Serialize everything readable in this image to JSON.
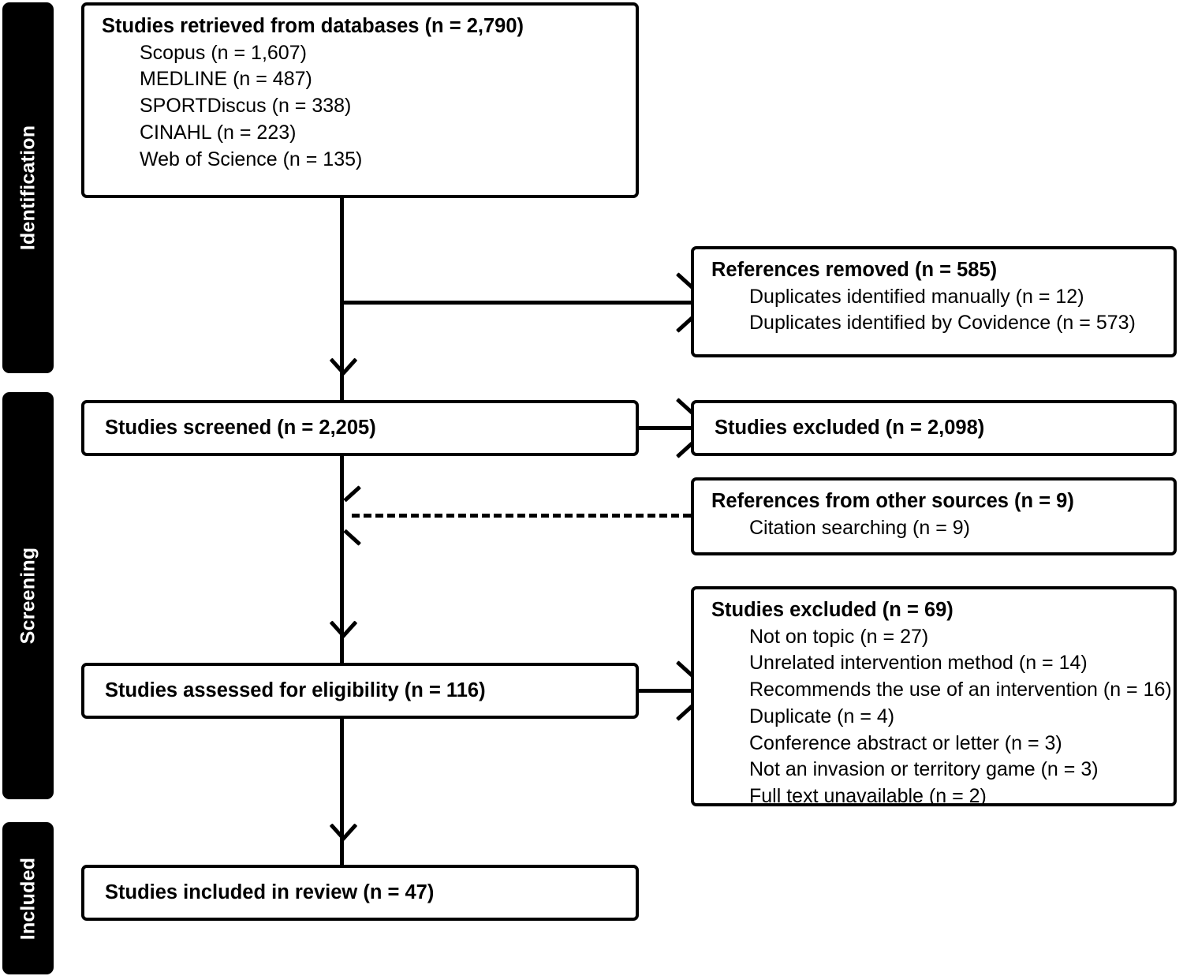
{
  "diagram": {
    "type": "prisma-flow-diagram",
    "title": "PRISMA study selection flow diagram",
    "colors": {
      "ink": "#000000",
      "paper": "#ffffff",
      "phase_bar": "#000000",
      "phase_text": "#ffffff"
    }
  },
  "phases": [
    {
      "id": "identification",
      "label": "Identification"
    },
    {
      "id": "screening",
      "label": "Screening"
    },
    {
      "id": "included",
      "label": "Included"
    }
  ],
  "boxes": {
    "retrieved": {
      "title": "Studies retrieved from databases (n = 2,790)",
      "items": [
        "Scopus (n = 1,607)",
        "MEDLINE (n = 487)",
        "SPORTDiscus (n = 338)",
        "CINAHL (n = 223)",
        "Web of Science (n = 135)"
      ]
    },
    "removed": {
      "title": "References removed (n = 585)",
      "items": [
        "Duplicates identified manually (n = 12)",
        "Duplicates identified by Covidence (n = 573)"
      ]
    },
    "screened": {
      "title": "Studies screened (n = 2,205)",
      "items": []
    },
    "excluded_screening": {
      "title": "Studies excluded (n = 2,098)",
      "items": []
    },
    "other_sources": {
      "title": "References from other sources (n = 9)",
      "items": [
        "Citation searching (n = 9)"
      ]
    },
    "eligibility": {
      "title": "Studies assessed for eligibility (n = 116)",
      "items": []
    },
    "excluded_eligibility": {
      "title": "Studies excluded (n = 69)",
      "items": [
        "Not on topic (n = 27)",
        "Unrelated intervention method (n = 14)",
        "Recommends the use of an intervention (n = 16)",
        "Duplicate (n = 4)",
        "Conference abstract or letter (n = 3)",
        "Not an invasion or territory game (n = 3)",
        "Full text unavailable (n = 2)"
      ]
    },
    "included_review": {
      "title": "Studies included in review (n = 47)",
      "items": []
    }
  },
  "chart_data": {
    "type": "diagram",
    "title": "PRISMA flow of study selection",
    "nodes": [
      {
        "id": "retrieved",
        "phase": "Identification",
        "label": "Studies retrieved from databases",
        "n": 2790,
        "breakdown": [
          {
            "label": "Scopus",
            "n": 1607
          },
          {
            "label": "MEDLINE",
            "n": 487
          },
          {
            "label": "SPORTDiscus",
            "n": 338
          },
          {
            "label": "CINAHL",
            "n": 223
          },
          {
            "label": "Web of Science",
            "n": 135
          }
        ]
      },
      {
        "id": "removed",
        "phase": "Identification",
        "label": "References removed",
        "n": 585,
        "breakdown": [
          {
            "label": "Duplicates identified manually",
            "n": 12
          },
          {
            "label": "Duplicates identified by Covidence",
            "n": 573
          }
        ]
      },
      {
        "id": "screened",
        "phase": "Screening",
        "label": "Studies screened",
        "n": 2205,
        "breakdown": []
      },
      {
        "id": "excluded_screening",
        "phase": "Screening",
        "label": "Studies excluded",
        "n": 2098,
        "breakdown": []
      },
      {
        "id": "other_sources",
        "phase": "Screening",
        "label": "References from other sources",
        "n": 9,
        "breakdown": [
          {
            "label": "Citation searching",
            "n": 9
          }
        ]
      },
      {
        "id": "eligibility",
        "phase": "Screening",
        "label": "Studies assessed for eligibility",
        "n": 116,
        "breakdown": []
      },
      {
        "id": "excluded_eligibility",
        "phase": "Screening",
        "label": "Studies excluded",
        "n": 69,
        "breakdown": [
          {
            "label": "Not on topic",
            "n": 27
          },
          {
            "label": "Unrelated intervention method",
            "n": 14
          },
          {
            "label": "Recommends the use of an intervention",
            "n": 16
          },
          {
            "label": "Duplicate",
            "n": 4
          },
          {
            "label": "Conference abstract or letter",
            "n": 3
          },
          {
            "label": "Not an invasion or territory game",
            "n": 3
          },
          {
            "label": "Full text unavailable",
            "n": 2
          }
        ]
      },
      {
        "id": "included_review",
        "phase": "Included",
        "label": "Studies included in review",
        "n": 47,
        "breakdown": []
      }
    ],
    "edges": [
      {
        "from": "retrieved",
        "to": "removed",
        "style": "solid",
        "direction": "right"
      },
      {
        "from": "retrieved",
        "to": "screened",
        "style": "solid",
        "direction": "down"
      },
      {
        "from": "screened",
        "to": "excluded_screening",
        "style": "solid",
        "direction": "right"
      },
      {
        "from": "other_sources",
        "to": "eligibility",
        "style": "dashed",
        "direction": "left"
      },
      {
        "from": "screened",
        "to": "eligibility",
        "style": "solid",
        "direction": "down"
      },
      {
        "from": "eligibility",
        "to": "excluded_eligibility",
        "style": "solid",
        "direction": "right"
      },
      {
        "from": "eligibility",
        "to": "included_review",
        "style": "solid",
        "direction": "down"
      }
    ]
  }
}
